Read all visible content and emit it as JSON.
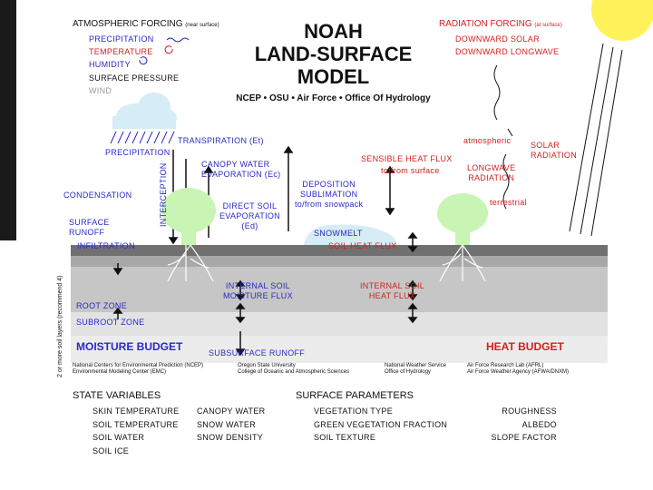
{
  "title": {
    "line1": "NOAH",
    "line2": "LAND-SURFACE",
    "line3": "MODEL"
  },
  "partners": "NCEP • OSU • Air Force • Office Of Hydrology",
  "atmospheric_forcing": {
    "heading": "ATMOSPHERIC FORCING",
    "qualifier": "(near surface)",
    "items": [
      "PRECIPITATION",
      "TEMPERATURE",
      "HUMIDITY",
      "SURFACE PRESSURE",
      "WIND"
    ]
  },
  "radiation_forcing": {
    "heading": "RADIATION FORCING",
    "qualifier": "(at surface)",
    "items": [
      "DOWNWARD SOLAR",
      "DOWNWARD LONGWAVE"
    ]
  },
  "processes": {
    "precipitation": "PRECIPITATION",
    "transpiration": "TRANSPIRATION (Et)",
    "canopy_water_evap": "CANOPY WATER\nEVAPORATION (Ec)",
    "interception": "INTERCEPTION",
    "condensation": "CONDENSATION",
    "surface_runoff": "SURFACE\nRUNOFF",
    "infiltration": "INFILTRATION",
    "direct_soil_evap": "DIRECT SOIL\nEVAPORATION\n(Ed)",
    "deposition": "DEPOSITION\nSUBLIMATION\nto/from snowpack",
    "snowmelt": "SNOWMELT",
    "sensible_heat": "SENSIBLE HEAT FLUX",
    "to_from_surface": "to/from surface",
    "atmospheric": "atmospheric",
    "solar_radiation": "SOLAR\nRADIATION",
    "longwave_radiation": "LONGWAVE\nRADIATION",
    "terrestrial": "terrestrial",
    "soil_heat_flux": "SOIL HEAT FLUX",
    "internal_soil_moisture": "INTERNAL SOIL\nMOISTURE FLUX",
    "internal_soil_heat": "INTERNAL SOIL\nHEAT FLUX",
    "root_zone": "ROOT ZONE",
    "subroot_zone": "SUBROOT ZONE",
    "subsurface_runoff": "SUBSURFACE RUNOFF",
    "soil_layers_note": "2 or more soil layers (recommend 4)"
  },
  "budgets": {
    "moisture": "MOISTURE BUDGET",
    "heat": "HEAT BUDGET"
  },
  "credits": {
    "c1": "National Centers for Environmental Prediction (NCEP)\nEnvironmental Modeling Center (EMC)",
    "c2": "Oregon State University\nCollege of Oceanic and Atmospheric Sciences",
    "c3": "National Weather Service\nOffice of Hydrology",
    "c4": "Air Force Research Lab (AFRL)\nAir Force Weather Agency (AFWA/DNXM)"
  },
  "state_variables": {
    "heading": "STATE VARIABLES",
    "col1": [
      "SKIN TEMPERATURE",
      "SOIL TEMPERATURE",
      "SOIL WATER",
      "SOIL ICE"
    ],
    "col2": [
      "CANOPY WATER",
      "SNOW WATER",
      "SNOW DENSITY"
    ]
  },
  "surface_parameters": {
    "heading": "SURFACE PARAMETERS",
    "col1": [
      "VEGETATION TYPE",
      "GREEN VEGETATION FRACTION",
      "SOIL TEXTURE"
    ],
    "col2": [
      "ROUGHNESS",
      "ALBEDO",
      "SLOPE FACTOR"
    ]
  },
  "colors": {
    "red": "#d42020",
    "blue": "#2929c8",
    "tree": "#c8f5b4",
    "snow": "#d6ecf7",
    "sun": "#fff25a"
  }
}
